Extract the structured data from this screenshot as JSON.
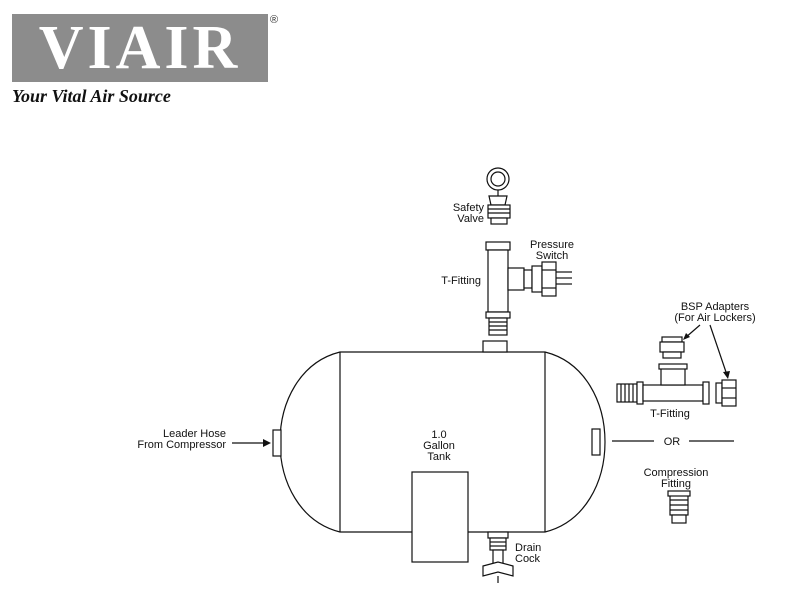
{
  "brand": {
    "name": "VIAIR",
    "registered": "®",
    "tagline": "Your Vital Air Source"
  },
  "labels": {
    "safety_valve": [
      "Safety",
      "Valve"
    ],
    "pressure_switch": [
      "Pressure",
      "Switch"
    ],
    "t_fitting_top": "T-Fitting",
    "bsp_adapters": [
      "BSP Adapters",
      "(For Air Lockers)"
    ],
    "t_fitting_right": "T-Fitting",
    "or": "OR",
    "compression_fitting": [
      "Compression",
      "Fitting"
    ],
    "leader_hose": [
      "Leader Hose",
      "From Compressor"
    ],
    "tank": [
      "1.0",
      "Gallon",
      "Tank"
    ],
    "drain_cock": [
      "Drain",
      "Cock"
    ]
  }
}
